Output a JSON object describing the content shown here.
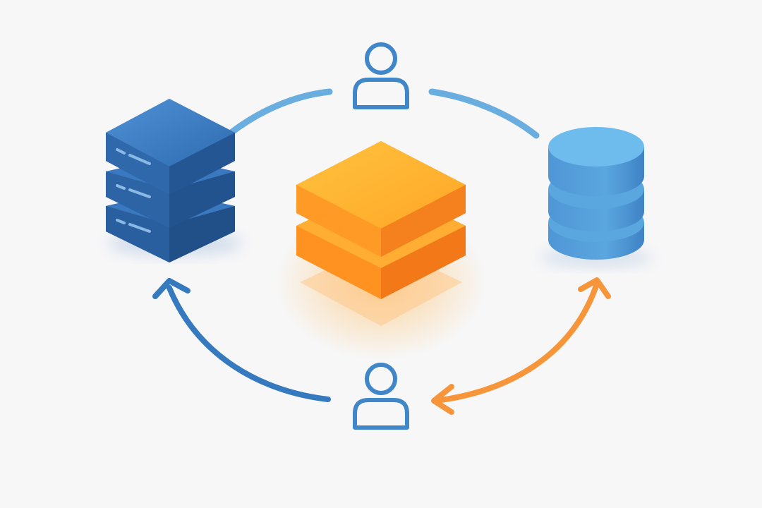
{
  "diagram": {
    "nodes": [
      {
        "id": "server",
        "icon": "server-stack-icon"
      },
      {
        "id": "core",
        "icon": "layers-stack-icon"
      },
      {
        "id": "database",
        "icon": "database-icon"
      },
      {
        "id": "user_top",
        "icon": "user-icon"
      },
      {
        "id": "user_bottom",
        "icon": "user-icon"
      }
    ],
    "edges": [
      {
        "from": "server",
        "to": "user_top",
        "style": "line",
        "color_name": "light-blue"
      },
      {
        "from": "user_top",
        "to": "database",
        "style": "line",
        "color_name": "light-blue"
      },
      {
        "from": "user_bottom",
        "to": "server",
        "style": "arrow",
        "color_name": "blue"
      },
      {
        "from": "user_bottom",
        "to": "database",
        "style": "double-arrow",
        "color_name": "orange"
      }
    ]
  },
  "colors": {
    "background": "#f7f7f8",
    "server_blue": "#2f6cb2",
    "server_blue_dark": "#1f4f8c",
    "database_blue": "#5aa6df",
    "database_blue_top": "#6dbced",
    "core_orange_top": "#ffb733",
    "core_orange_side": "#f57c1f",
    "link_light_blue": "#6aaee0",
    "link_blue": "#3579bf",
    "link_orange": "#f7953a",
    "user_outline": "#3f87c9"
  }
}
